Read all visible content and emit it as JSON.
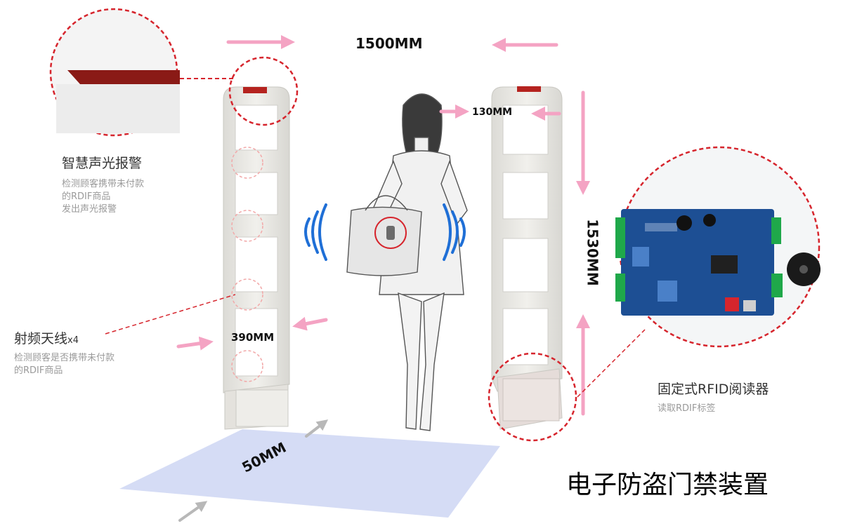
{
  "dimensions": {
    "width_label": "1500MM",
    "gap_label": "130MM",
    "height_label": "1530MM",
    "frame_label": "390MM",
    "depth_label": "50MM"
  },
  "features": {
    "alarm": {
      "title": "智慧声光报警",
      "desc": [
        "检测顾客携带未付款",
        "的RDIF商品",
        "发出声光报警"
      ]
    },
    "antenna": {
      "title": "射频天线",
      "count": "x4",
      "desc": [
        "检测顾客是否携带未付款",
        "的RDIF商品"
      ]
    },
    "reader": {
      "title": "固定式RFID阅读器",
      "desc": [
        "读取RDIF标签"
      ]
    }
  },
  "footer": {
    "title": "电子防盗门禁装置"
  },
  "colors": {
    "pink_arrow": "#f4a3c3",
    "callout_red": "#d6252d",
    "signal_blue": "#1f6fd6",
    "floor": "#d5dcf5",
    "gate": "#e9e8e4",
    "pcb": "#1d4f94"
  }
}
